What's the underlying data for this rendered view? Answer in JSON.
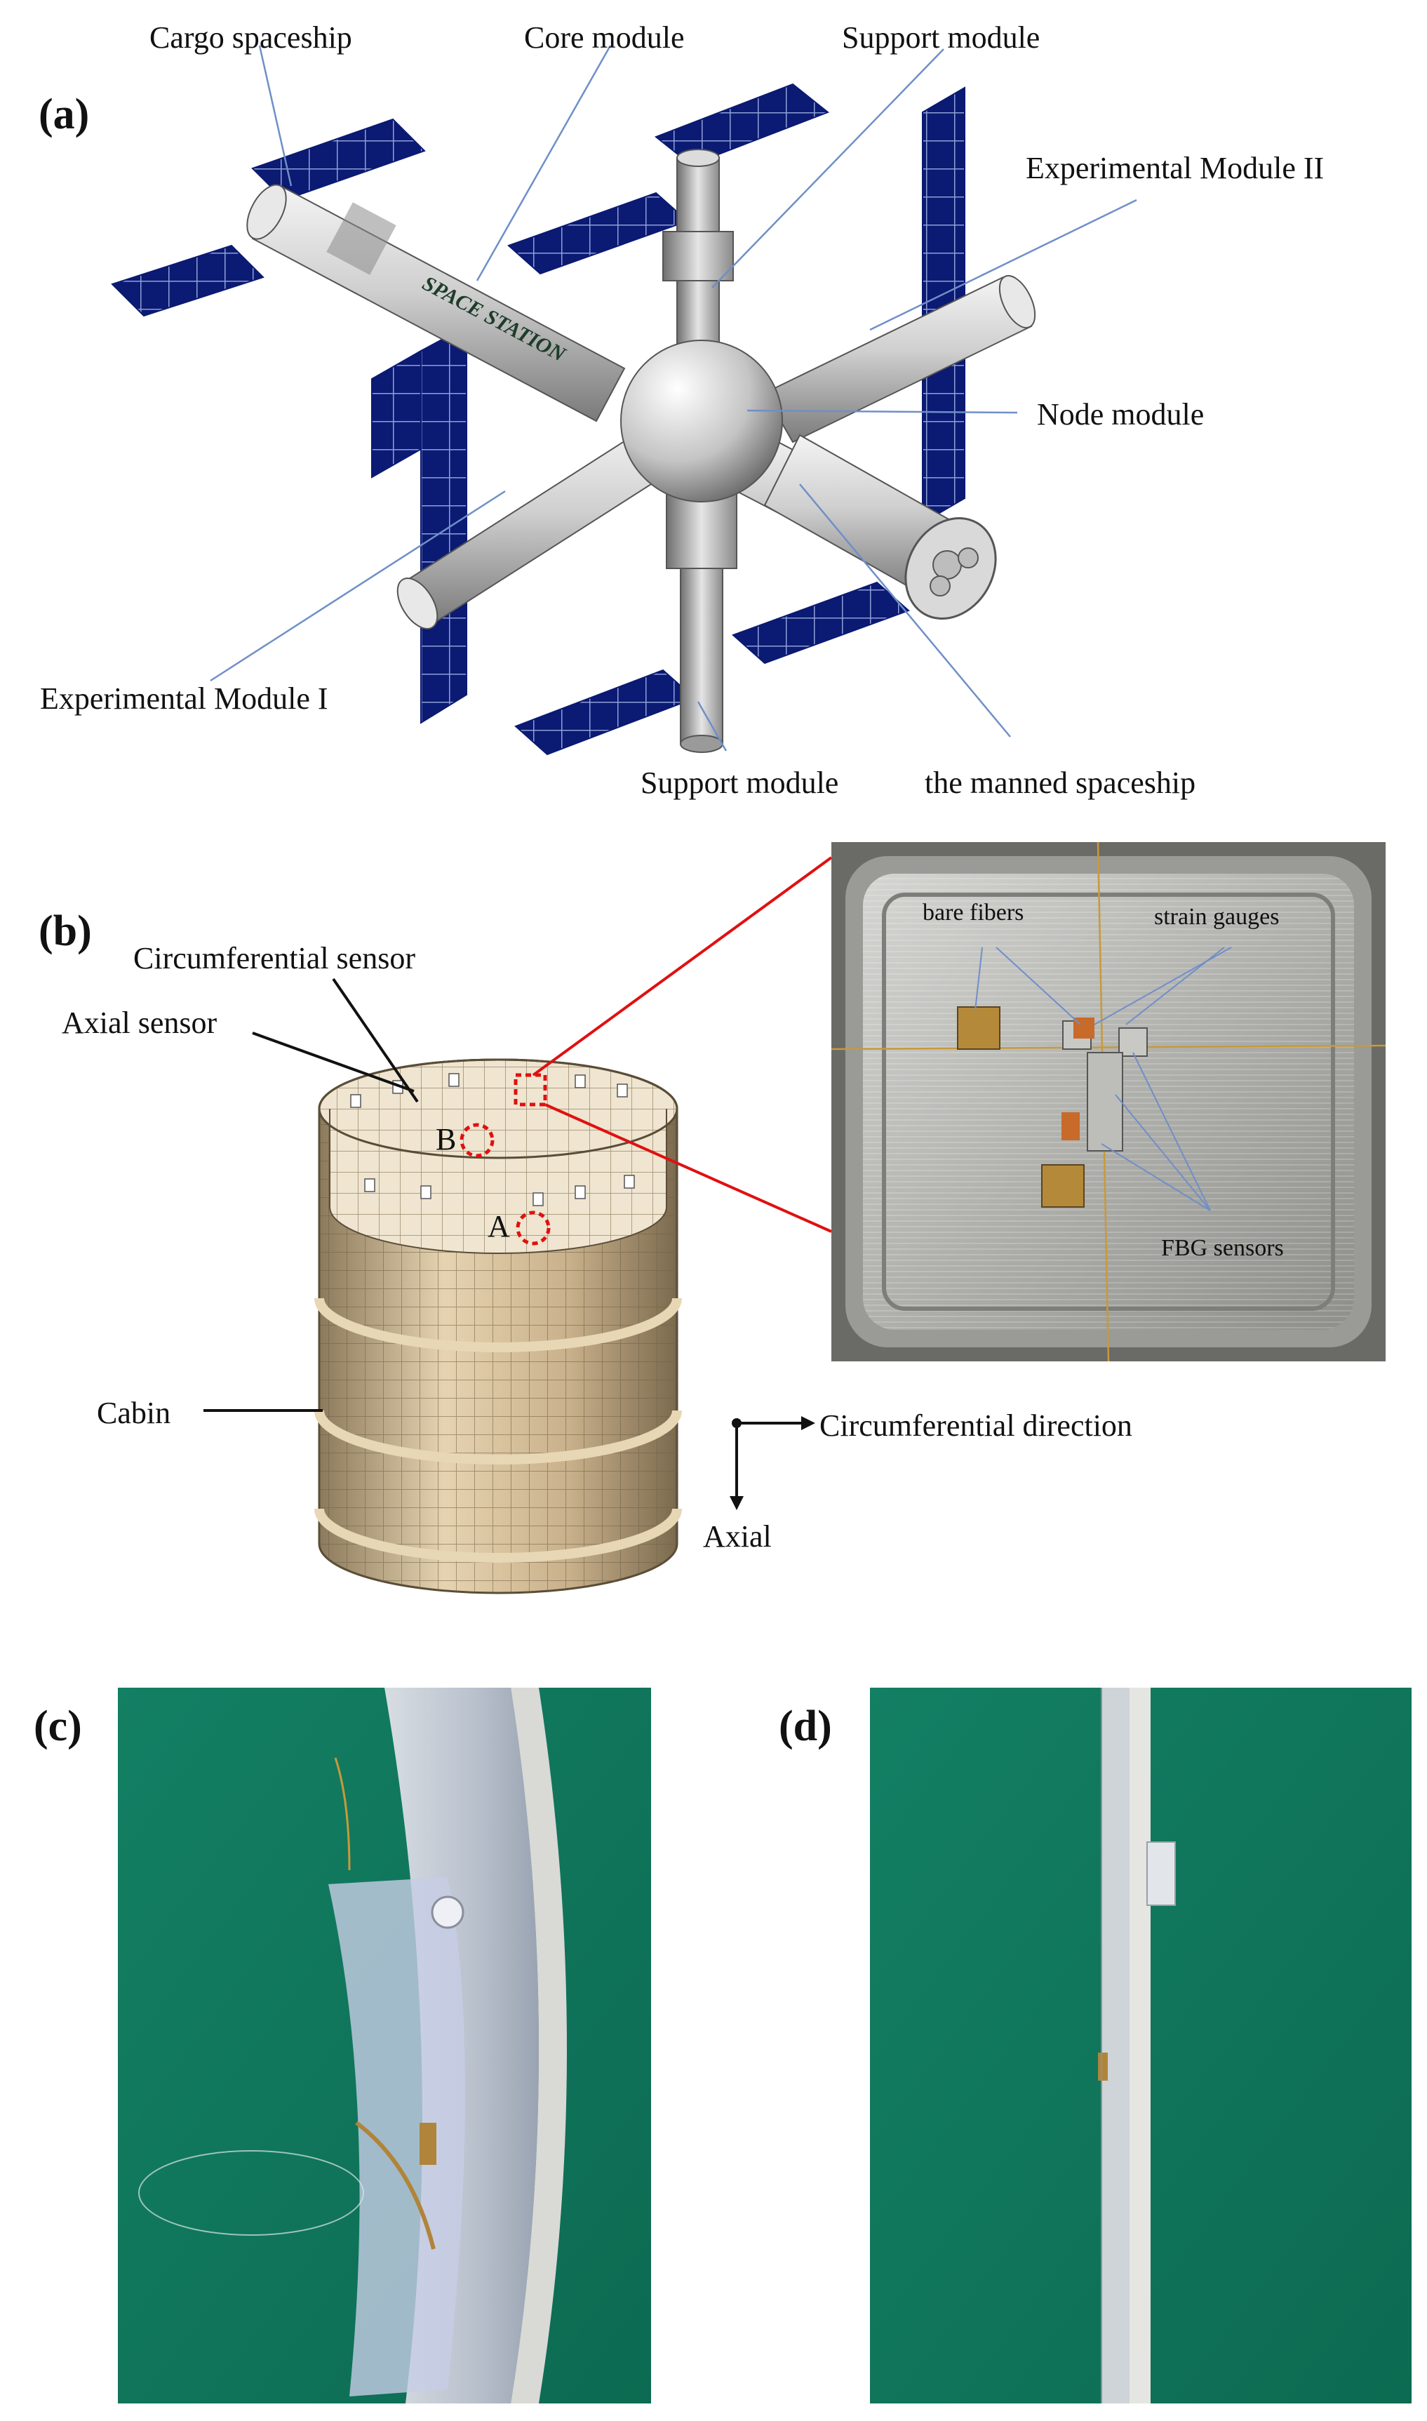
{
  "panels": {
    "a": {
      "label": "(a)"
    },
    "b": {
      "label": "(b)"
    },
    "c": {
      "label": "(c)"
    },
    "d": {
      "label": "(d)"
    }
  },
  "station": {
    "cargo": "Cargo spaceship",
    "core": "Core module",
    "support_top": "Support module",
    "exp2": "Experimental Module II",
    "node": "Node module",
    "exp1": "Experimental Module  I",
    "support_bottom": "Support module",
    "manned": "the manned spaceship",
    "core_text": "SPACE STATION"
  },
  "cabin": {
    "circ_sensor": "Circumferential sensor",
    "axial_sensor": "Axial sensor",
    "cabin": "Cabin",
    "point_a": "A",
    "point_b": "B",
    "circ_direction": "Circumferential direction",
    "axial_direction": "Axial"
  },
  "inset": {
    "bare_fibers": "bare fibers",
    "strain_gauges": "strain gauges",
    "fbg_sensors": "FBG sensors"
  },
  "colors": {
    "solar_panel": "#0b1a72",
    "cabin": "#cdb592",
    "photo_green": "#0f7a5e",
    "highlight_red": "#e01010",
    "leader_line": "#6f8fc8"
  }
}
